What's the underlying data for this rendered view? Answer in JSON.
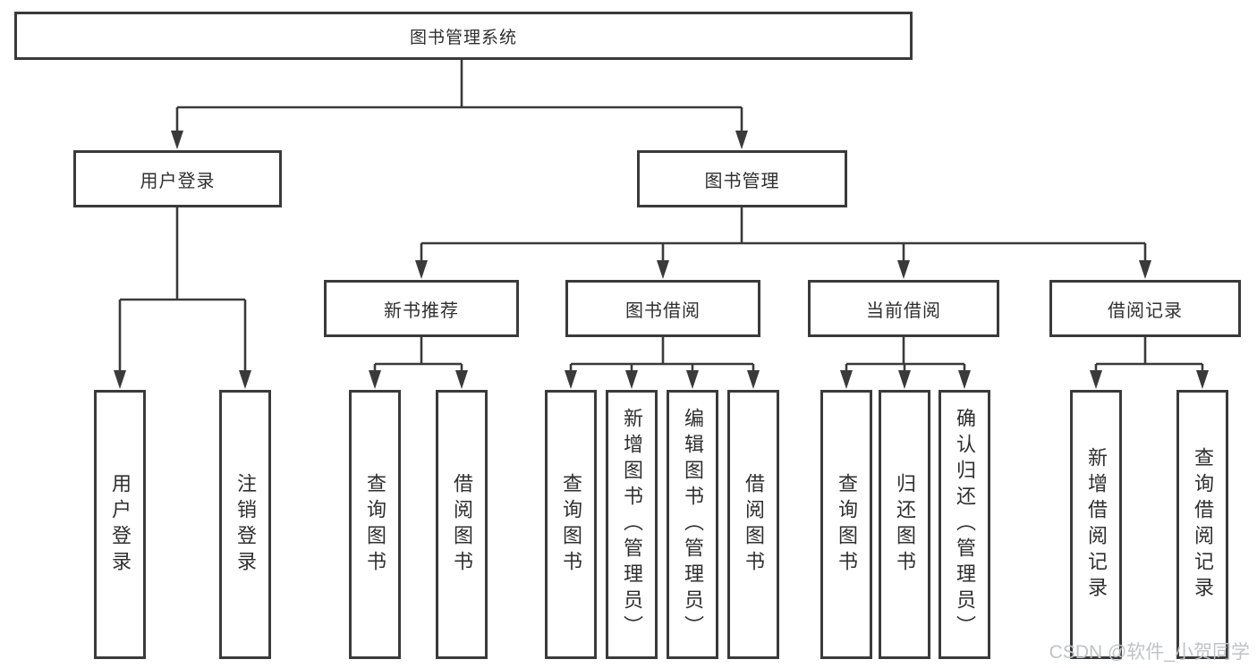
{
  "diagram": {
    "root": {
      "label": "图书管理系统"
    },
    "branches": [
      {
        "label": "用户登录",
        "children": [
          {
            "label": "用户登录"
          },
          {
            "label": "注销登录"
          }
        ]
      },
      {
        "label": "图书管理",
        "children": [
          {
            "label": "新书推荐",
            "children": [
              {
                "label": "查询图书"
              },
              {
                "label": "借阅图书"
              }
            ]
          },
          {
            "label": "图书借阅",
            "children": [
              {
                "label": "查询图书"
              },
              {
                "label": "新增图书（管理员）"
              },
              {
                "label": "编辑图书（管理员）"
              },
              {
                "label": "借阅图书"
              }
            ]
          },
          {
            "label": "当前借阅",
            "children": [
              {
                "label": "查询图书"
              },
              {
                "label": "归还图书"
              },
              {
                "label": "确认归还（管理员）"
              }
            ]
          },
          {
            "label": "借阅记录",
            "children": [
              {
                "label": "新增借阅记录"
              },
              {
                "label": "查询借阅记录"
              }
            ]
          }
        ]
      }
    ]
  },
  "watermark": "CSDN @软件_小贺同学",
  "colors": {
    "line": "#3a3a3a",
    "text": "#2f2f2f",
    "background": "#ffffff",
    "watermark": "#bfc3c7"
  }
}
